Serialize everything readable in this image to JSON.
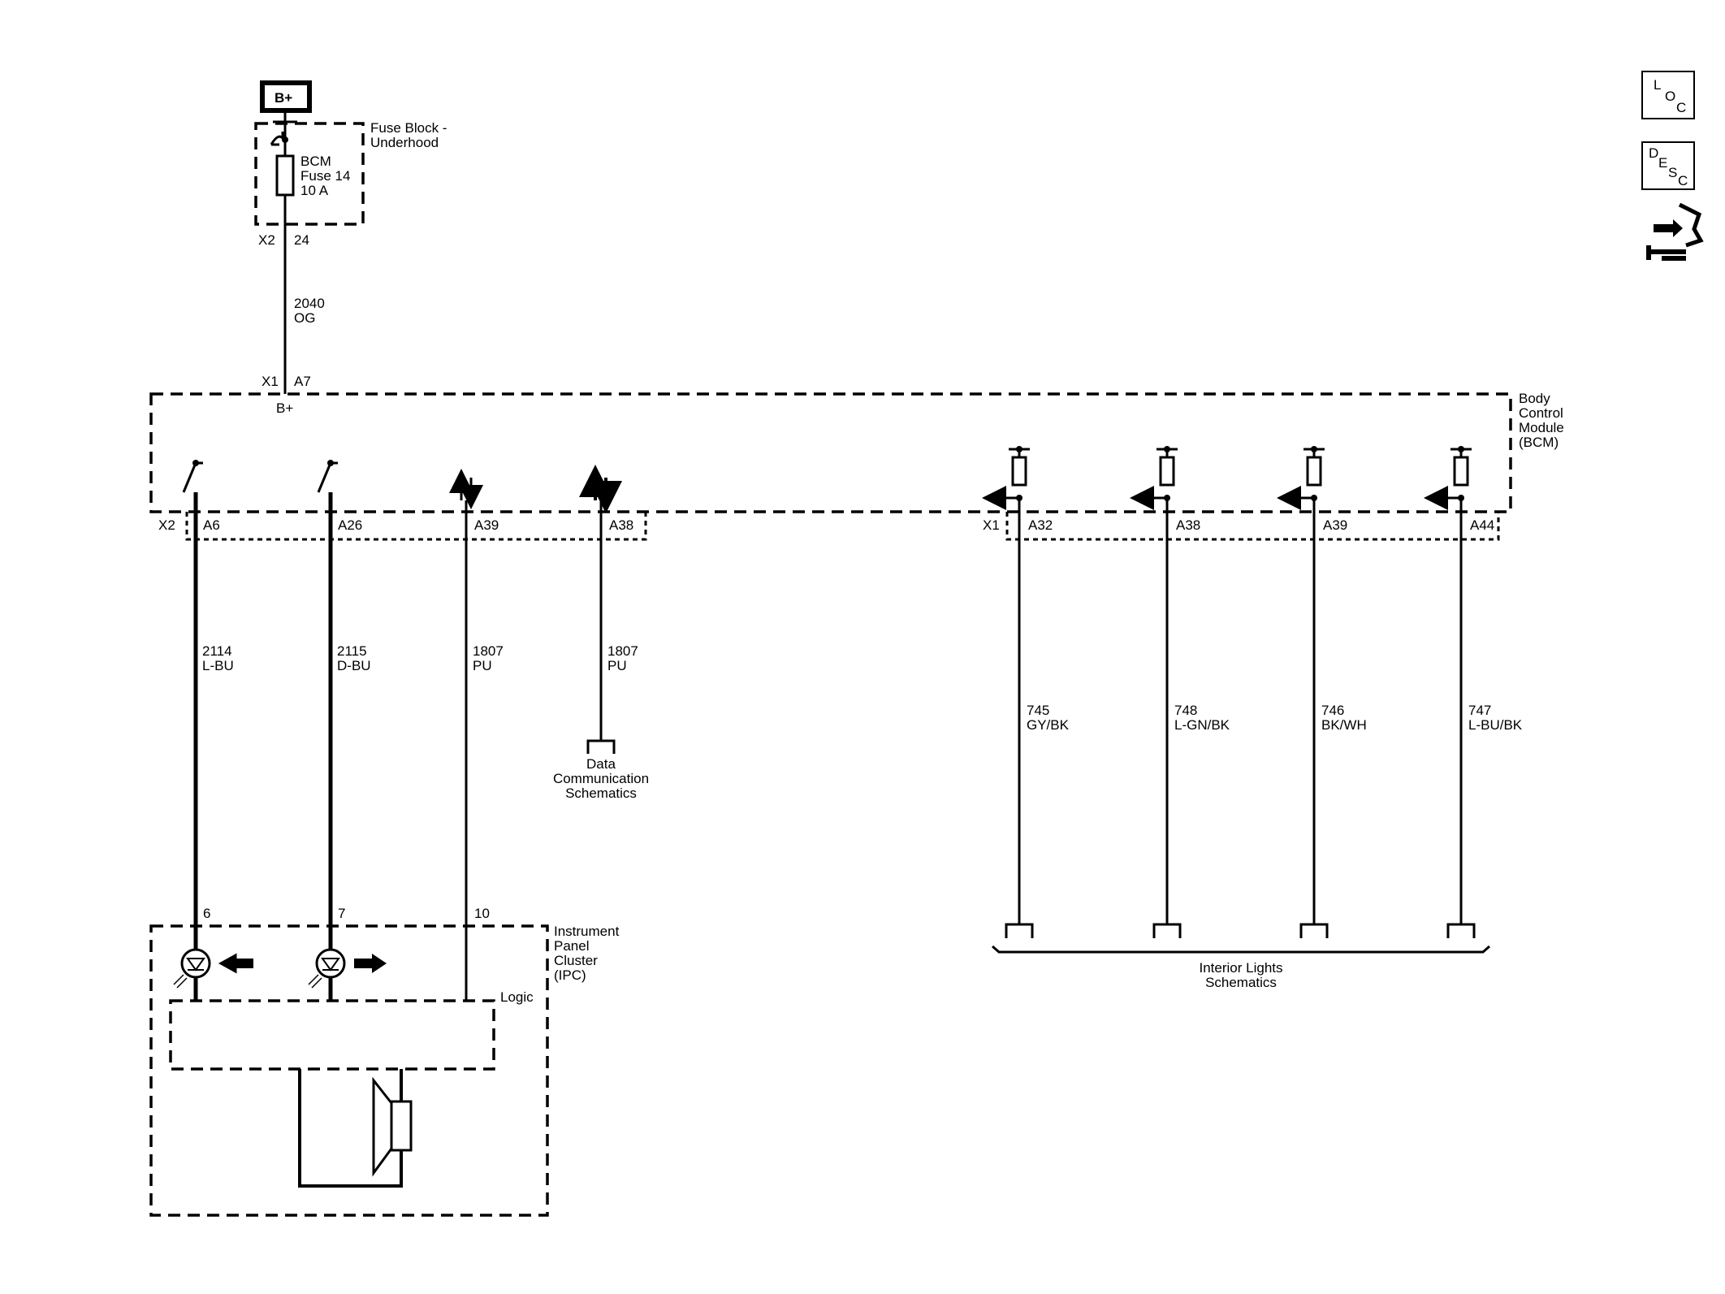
{
  "power_source": {
    "label": "B+"
  },
  "fuse_block": {
    "title_line1": "Fuse Block -",
    "title_line2": "Underhood",
    "fuse_line1": "BCM",
    "fuse_line2": "Fuse 14",
    "fuse_line3": "10 A",
    "connector": "X2",
    "pin": "24"
  },
  "wire_power": {
    "circuit": "2040",
    "color": "OG"
  },
  "bcm": {
    "title_line1": "Body",
    "title_line2": "Control",
    "title_line3": "Module",
    "title_line4": "(BCM)",
    "input_connector": "X1",
    "input_pin": "A7",
    "input_label": "B+",
    "connector_left": "X2",
    "connector_right": "X1"
  },
  "left_pins": [
    {
      "pin": "A6",
      "circuit": "2114",
      "color": "L-BU",
      "ipc_pin": "6"
    },
    {
      "pin": "A26",
      "circuit": "2115",
      "color": "D-BU",
      "ipc_pin": "7"
    },
    {
      "pin": "A39",
      "circuit": "1807",
      "color": "PU",
      "ipc_pin": "10"
    },
    {
      "pin": "A38",
      "circuit": "1807",
      "color": "PU"
    }
  ],
  "data_comm": {
    "line1": "Data",
    "line2": "Communication",
    "line3": "Schematics"
  },
  "right_pins": [
    {
      "pin": "A32",
      "circuit": "745",
      "color": "GY/BK"
    },
    {
      "pin": "A38",
      "circuit": "748",
      "color": "L-GN/BK"
    },
    {
      "pin": "A39",
      "circuit": "746",
      "color": "BK/WH"
    },
    {
      "pin": "A44",
      "circuit": "747",
      "color": "L-BU/BK"
    }
  ],
  "interior_lights": {
    "line1": "Interior Lights",
    "line2": "Schematics"
  },
  "ipc": {
    "title_line1": "Instrument",
    "title_line2": "Panel",
    "title_line3": "Cluster",
    "title_line4": "(IPC)",
    "logic_label": "Logic"
  },
  "nav_icons": [
    {
      "name": "loc-icon",
      "letters": [
        "L",
        "O",
        "C"
      ]
    },
    {
      "name": "desc-icon",
      "letters": [
        "D",
        "E",
        "S",
        "C"
      ]
    },
    {
      "name": "connector-icon"
    }
  ]
}
